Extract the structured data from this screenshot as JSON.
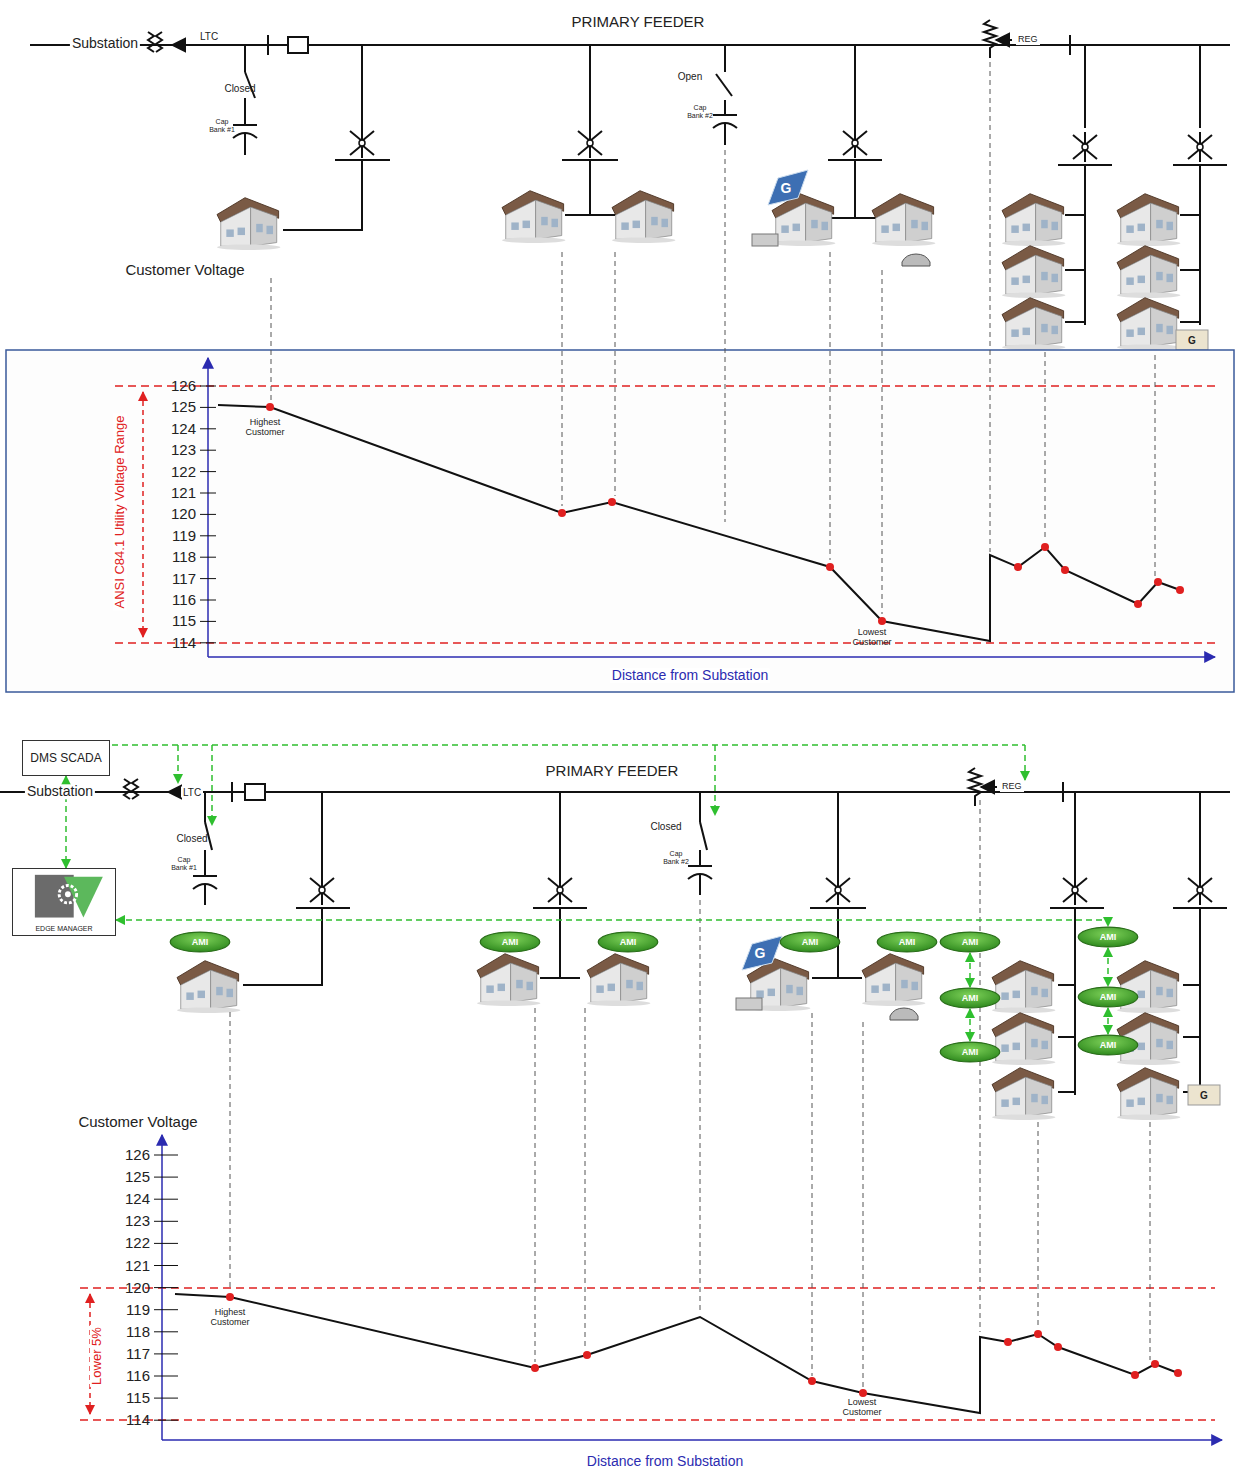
{
  "diagram": {
    "nodes": [
      {
        "text": [
          "DMS SCADA"
        ]
      },
      {
        "text": [
          "EDGE MANAGER"
        ]
      },
      {
        "text": [
          "AMI"
        ]
      },
      {
        "text": [
          "AMI"
        ]
      },
      {
        "text": [
          "AMI"
        ]
      },
      {
        "text": [
          "AMI"
        ]
      },
      {
        "text": [
          "AMI"
        ]
      },
      {
        "text": [
          "AMI"
        ]
      },
      {
        "text": [
          "AMI"
        ]
      },
      {
        "text": [
          "AMI"
        ]
      },
      {
        "text": [
          "AMI"
        ]
      },
      {
        "text": [
          "AMI"
        ]
      },
      {
        "text": [
          "AMI"
        ]
      }
    ],
    "edges": [
      {
        "from": 0,
        "to": 1,
        "arrow": "both"
      },
      {
        "from": 1,
        "to": 8,
        "arrow": "both"
      },
      {
        "from": 7,
        "to": 9,
        "arrow": "both"
      },
      {
        "from": 9,
        "to": 11,
        "arrow": "both"
      },
      {
        "from": 8,
        "to": 10,
        "arrow": "both"
      },
      {
        "from": 10,
        "to": 12,
        "arrow": "both"
      }
    ],
    "labels": [
      "Substation",
      "LTC",
      "PRIMARY FEEDER",
      "Closed",
      "Cap Bank #1",
      "Open",
      "Cap Bank #2",
      "REG",
      "G",
      "G",
      "Customer Voltage",
      "126",
      "125",
      "124",
      "123",
      "122",
      "121",
      "120",
      "119",
      "118",
      "117",
      "116",
      "115",
      "114",
      "Highest Customer",
      "Lowest Customer",
      "ANSI C84.1 Utility Voltage Range",
      "Distance from Substation",
      "Substation",
      "LTC",
      "PRIMARY FEEDER",
      "Closed",
      "Cap Bank #1",
      "Closed",
      "Cap Bank #2",
      "REG",
      "G",
      "G",
      "Customer Voltage",
      "126",
      "125",
      "124",
      "123",
      "122",
      "121",
      "120",
      "119",
      "118",
      "117",
      "116",
      "115",
      "114",
      "Highest Customer",
      "Lowest Customer",
      "Lower 5%",
      "Distance from Substation"
    ]
  }
}
